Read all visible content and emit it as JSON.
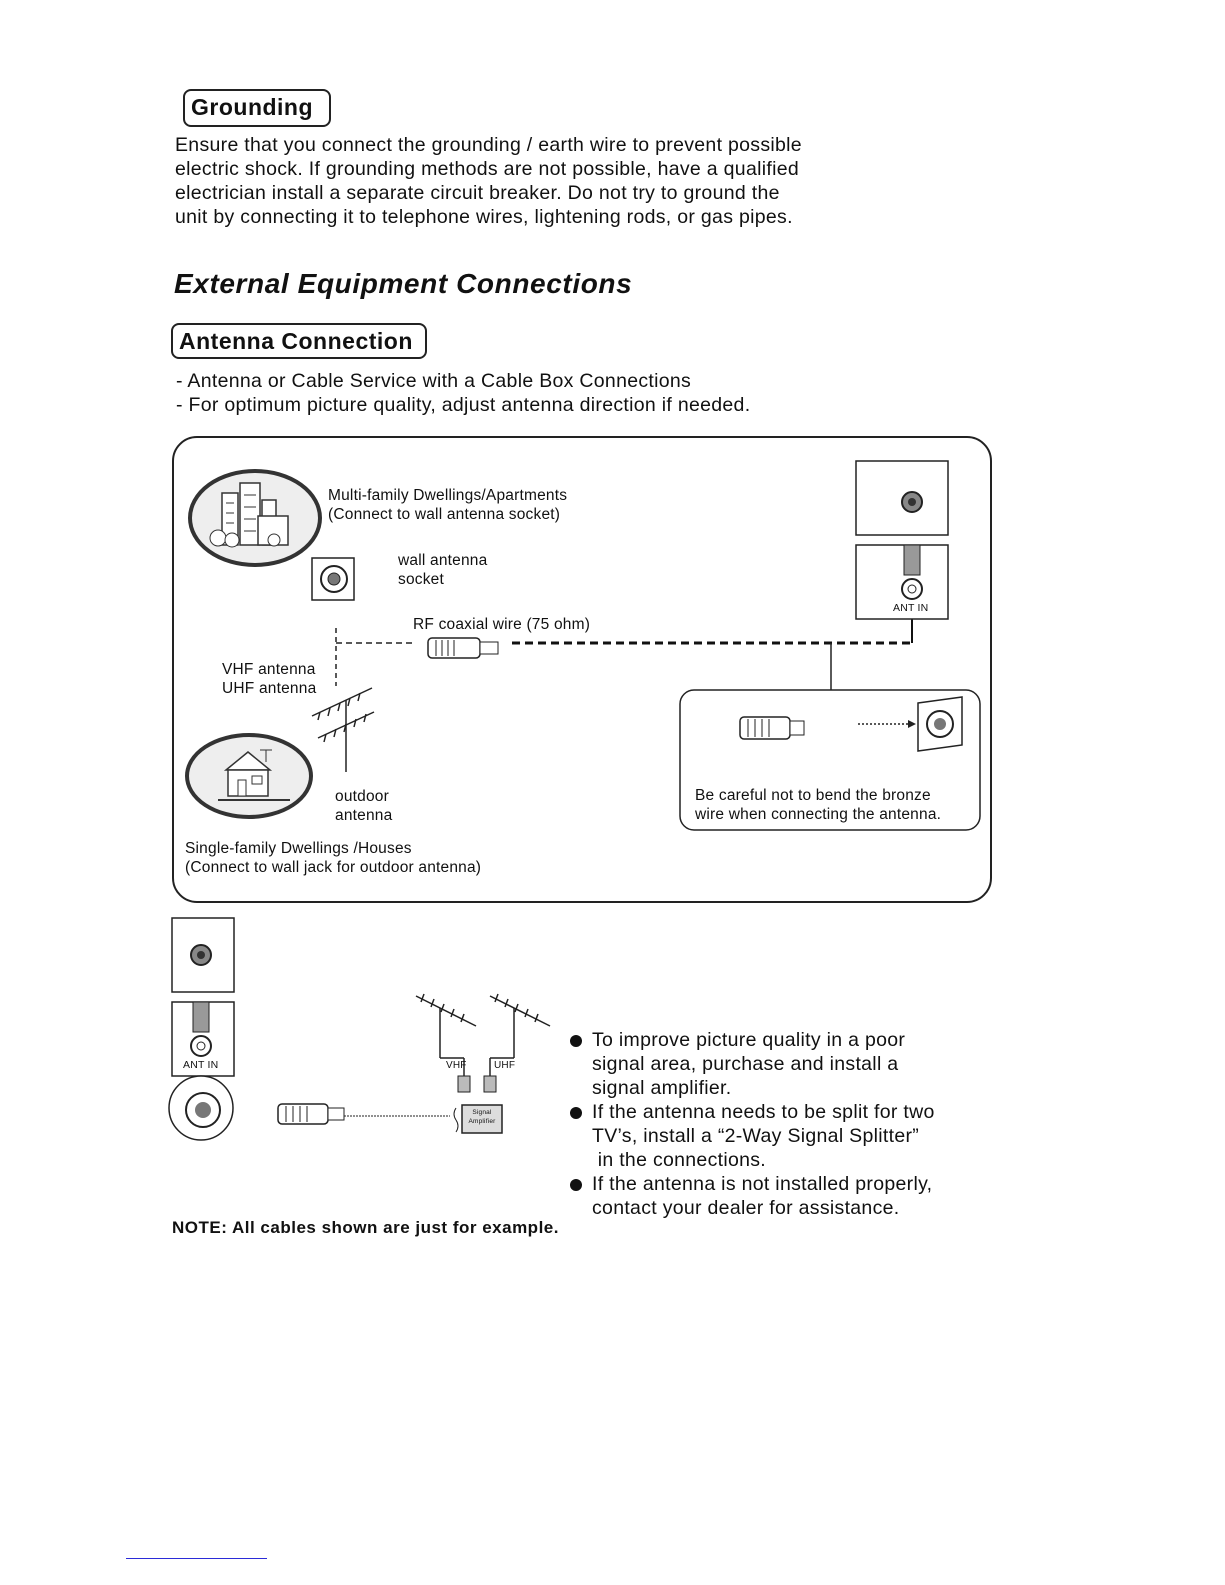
{
  "grounding": {
    "heading": "Grounding",
    "lines": [
      "Ensure that you connect the grounding / earth wire to prevent possible",
      "electric shock. If grounding methods are not possible, have a qualified",
      "electrician install a separate circuit breaker. Do not try to ground the",
      "unit by connecting it to telephone wires, lightening rods, or gas pipes."
    ]
  },
  "external": {
    "title": "External Equipment Connections"
  },
  "antenna": {
    "heading": "Antenna Connection",
    "intro_lines": [
      "- Antenna or Cable Service with a Cable Box Connections",
      "- For optimum picture quality, adjust antenna direction if needed."
    ]
  },
  "diagram": {
    "multi_family_line1": "Multi-family Dwellings/Apartments",
    "multi_family_line2": "(Connect to wall antenna socket)",
    "wall_socket_line1": "wall antenna",
    "wall_socket_line2": "socket",
    "rf_wire": "RF coaxial wire (75 ohm)",
    "vhf": "VHF antenna",
    "uhf": "UHF antenna",
    "outdoor_line1": "outdoor",
    "outdoor_line2": "antenna",
    "single_family_line1": "Single-family Dwellings /Houses",
    "single_family_line2": "(Connect to wall jack for outdoor antenna)",
    "ant_in": "ANT IN",
    "careful_line1": "Be careful not to bend the bronze",
    "careful_line2": "wire when connecting the antenna."
  },
  "amplifier": {
    "ant_in": "ANT IN",
    "vhf": "VHF",
    "uhf": "UHF",
    "amp_line1": "Signal",
    "amp_line2": "Amplifier",
    "bullets": [
      {
        "lines": [
          "To improve picture quality in a poor",
          "signal area, purchase and install a",
          "signal amplifier."
        ]
      },
      {
        "lines": [
          "If the antenna needs to be split for two",
          "TV’s, install a “2-Way Signal Splitter”",
          " in the connections."
        ]
      },
      {
        "lines": [
          "If the antenna is not installed properly,",
          "contact your dealer for assistance."
        ]
      }
    ]
  },
  "note": "NOTE: All cables shown are just for example."
}
